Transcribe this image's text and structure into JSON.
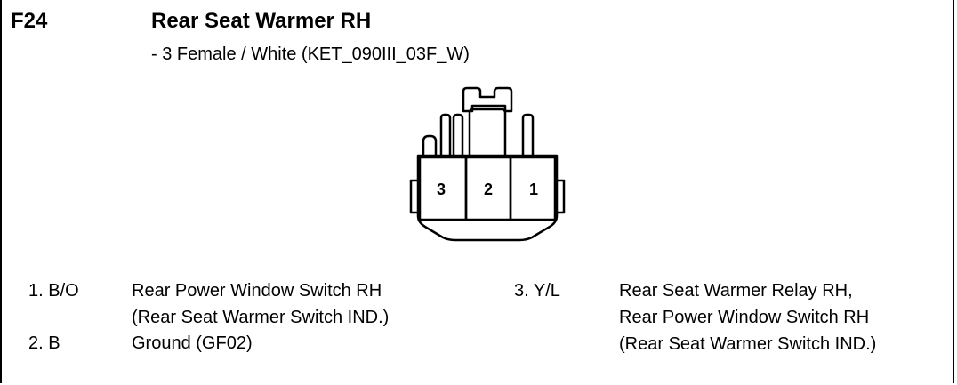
{
  "header": {
    "code": "F24",
    "title": "Rear Seat Warmer RH",
    "subtitle": "- 3 Female / White (KET_090III_03F_W)"
  },
  "connector": {
    "pins": [
      "3",
      "2",
      "1"
    ]
  },
  "pins": [
    {
      "num": "1. B/O",
      "lines": [
        "Rear Power Window Switch RH",
        "(Rear Seat Warmer Switch IND.)"
      ]
    },
    {
      "num": "2. B",
      "lines": [
        "Ground (GF02)"
      ]
    },
    {
      "num": "3. Y/L",
      "lines": [
        "Rear Seat Warmer Relay RH,",
        "Rear Power Window Switch RH",
        "(Rear Seat Warmer Switch IND.)"
      ]
    }
  ]
}
